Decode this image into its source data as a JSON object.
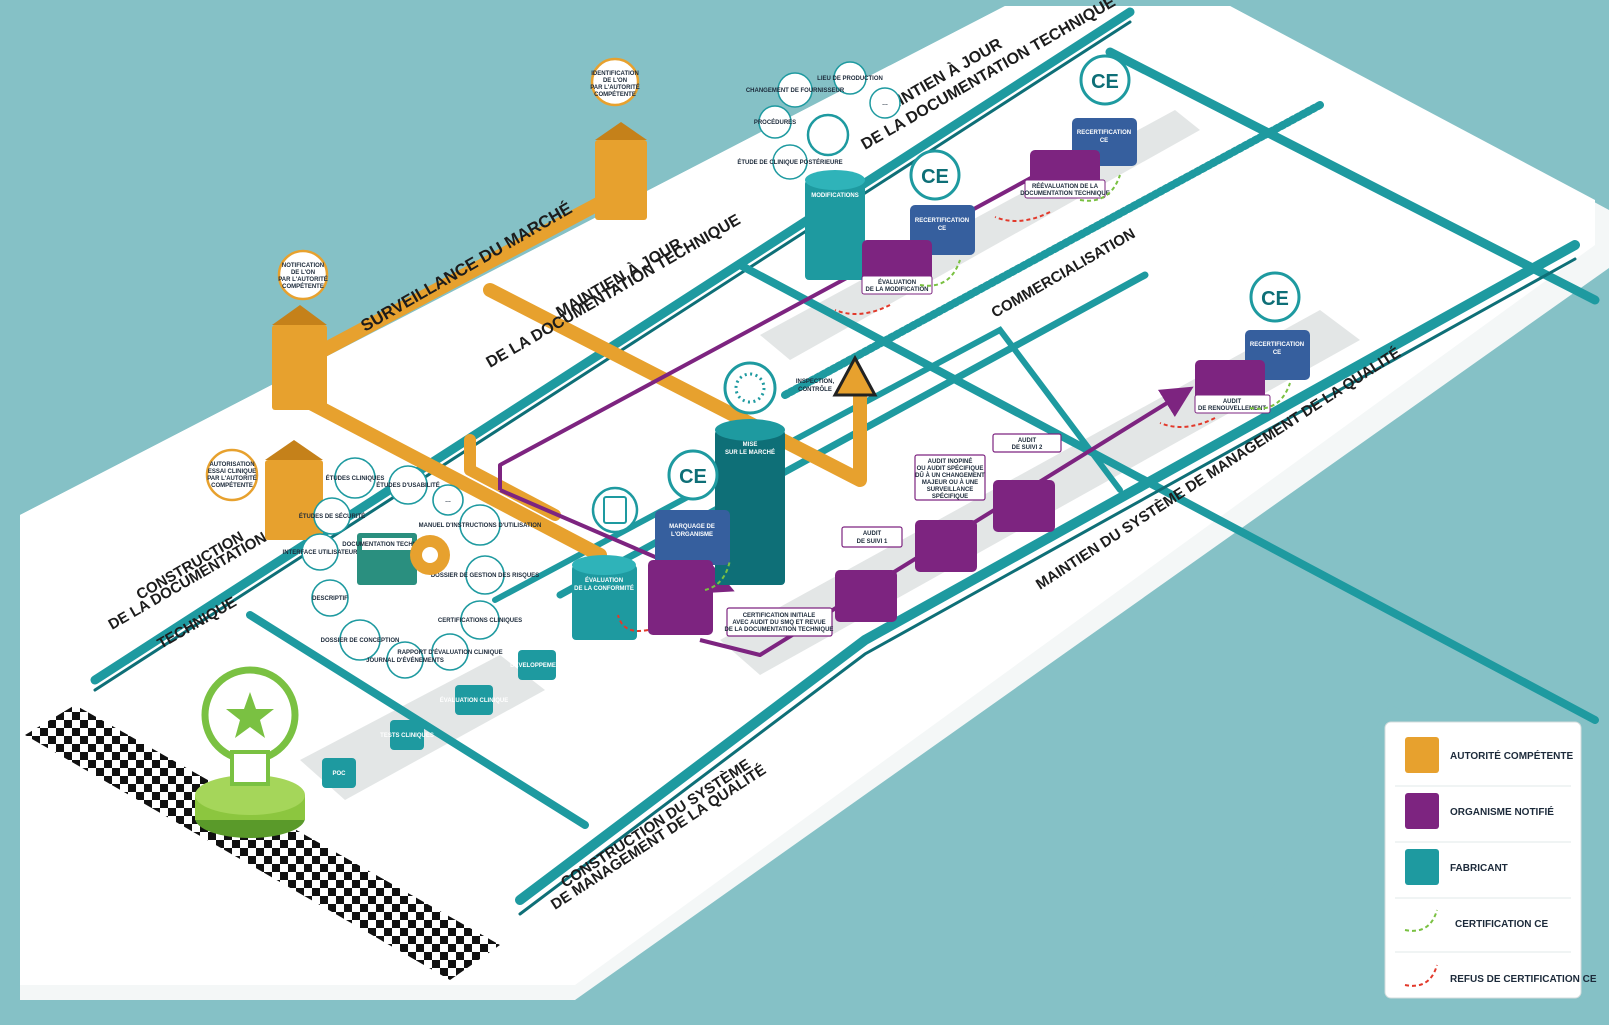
{
  "colors": {
    "sea": "#85c1c6",
    "board": "#ffffff",
    "teal": "#1e9aa0",
    "teal_dark": "#0e6f77",
    "purple": "#7d2480",
    "blue": "#365f9e",
    "gold": "#e7a12e",
    "cert_green": "#7ac142",
    "refus_red": "#e2392b"
  },
  "labels": {
    "surveillance": "SURVEILLANCE DU MARCHÉ",
    "maintien_doc_top_1": "MAINTIEN À JOUR",
    "maintien_doc_top_2": "DE LA DOCUMENTATION TECHNIQUE",
    "maintien_doc_mid_1": "MAINTIEN À JOUR",
    "maintien_doc_mid_2": "DE LA DOCUMENTATION TECHNIQUE",
    "commercialisation": "COMMERCIALISATION",
    "construction_doc_1": "CONSTRUCTION",
    "construction_doc_2": "DE LA DOCUMENTATION",
    "construction_doc_3": "TECHNIQUE",
    "maintien_smq": "MAINTIEN DU SYSTÈME DE MANAGEMENT DE LA QUALITÉ",
    "construction_smq_1": "CONSTRUCTION DU SYSTÈME",
    "construction_smq_2": "DE MANAGEMENT DE LA QUALITÉ",
    "inspection": "INSPECTION,",
    "controle": "CONTRÔLE"
  },
  "ce_mark": "CE",
  "callouts": {
    "identification": [
      "IDENTIFICATION",
      "DE L'ON",
      "PAR L'AUTORITÉ",
      "COMPÉTENTE"
    ],
    "notification": [
      "NOTIFICATION",
      "DE L'ON",
      "PAR L'AUTORITÉ",
      "COMPÉTENTE"
    ],
    "autorisation": [
      "AUTORISATION",
      "ESSAI CLINIQUE",
      "PAR L'AUTORITÉ",
      "COMPÉTENTE"
    ],
    "certification_initiale": [
      "CERTIFICATION INITIALE",
      "AVEC AUDIT DU SMQ ET REVUE",
      "DE LA DOCUMENTATION TECHNIQUE"
    ],
    "audit_suivi_1": [
      "AUDIT",
      "DE SUIVI 1"
    ],
    "audit_suivi_2": [
      "AUDIT",
      "DE SUIVI 2"
    ],
    "audit_inopine": [
      "AUDIT INOPINÉ",
      "OU AUDIT SPÉCIFIQUE",
      "DÛ À UN CHANGEMENT",
      "MAJEUR OU À UNE",
      "SURVEILLANCE",
      "SPÉCIFIQUE"
    ],
    "audit_renouvellement": [
      "AUDIT",
      "DE RENOUVELLEMENT"
    ],
    "recertification_1": [
      "RECERTIFICATION",
      "CE"
    ],
    "recertification_2": [
      "RECERTIFICATION",
      "CE"
    ],
    "recertification_3": [
      "RECERTIFICATION",
      "CE"
    ],
    "evaluation_modif": [
      "ÉVALUATION",
      "DE LA MODIFICATION"
    ],
    "reevaluation": [
      "RÉÉVALUATION DE LA",
      "DOCUMENTATION TECHNIQUE"
    ],
    "modifications": "MODIFICATIONS",
    "mise_sur_marche": [
      "MISE",
      "SUR LE MARCHÉ"
    ],
    "marquage": [
      "MARQUAGE DE",
      "L'ORGANISME"
    ],
    "evaluation_conformite": [
      "ÉVALUATION",
      "DE LA CONFORMITÉ"
    ],
    "poc": "POC"
  },
  "doc_bubbles": [
    "ÉTUDES CLINIQUES",
    "ÉTUDES D'USABILITÉ",
    "…",
    "MANUEL D'INSTRUCTIONS D'UTILISATION",
    "DOSSIER DE GESTION DES RISQUES",
    "CERTIFICATIONS CLINIQUES",
    "RAPPORT D'ÉVALUATION CLINIQUE",
    "JOURNAL D'ÉVÉNEMENTS",
    "DOSSIER DE CONCEPTION",
    "DESCRIPTIF",
    "INTERFACE UTILISATEUR",
    "ÉTUDES DE SÉCURITÉ",
    "DOCUMENTATION TECHNIQUE"
  ],
  "modif_bubbles": [
    "CHANGEMENT DE FOURNISSEUR",
    "LIEU DE PRODUCTION",
    "…",
    "PROCÉDURES",
    "ÉTUDE DE CLINIQUE POSTÉRIEURE"
  ],
  "dev_steps": [
    "POC",
    "TESTS CLINIQUES",
    "ÉVALUATION CLINIQUE",
    "DÉVELOPPEMENT"
  ],
  "book_title": "DOCUMENTATION TECHNIQUE",
  "legend": [
    {
      "label": "AUTORITÉ COMPÉTENTE",
      "kind": "authority"
    },
    {
      "label": "ORGANISME NOTIFIÉ",
      "kind": "notified-body"
    },
    {
      "label": "FABRICANT",
      "kind": "manufacturer"
    },
    {
      "label": "CERTIFICATION CE",
      "kind": "cert-arrow"
    },
    {
      "label": "REFUS DE CERTIFICATION CE",
      "kind": "refus-arrow"
    }
  ]
}
